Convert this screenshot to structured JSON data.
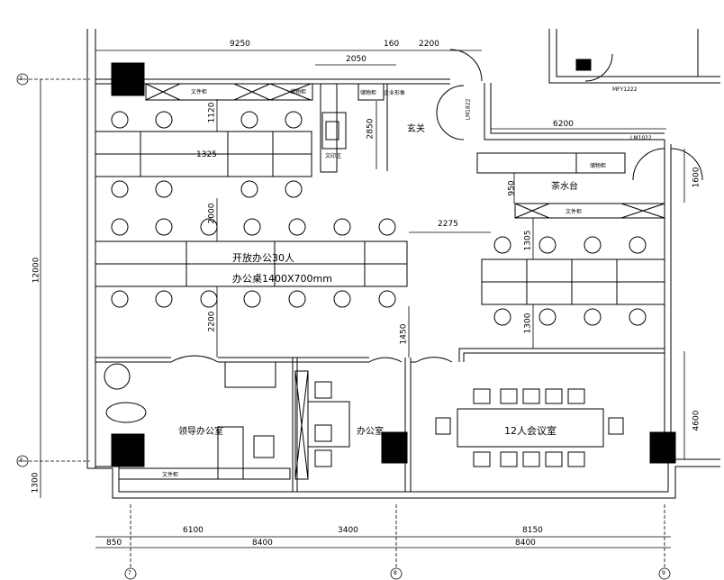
{
  "rooms": {
    "open_office": "开放办公30人",
    "desk_spec": "办公桌1400X700mm",
    "foyer": "玄关",
    "tea_counter": "茶水台",
    "manager_office": "领导办公室",
    "office": "办公室",
    "meeting_room": "12人会议室",
    "print_area": "文印区",
    "corporate_wall": "企业形象",
    "file_cabinet": "文件柜",
    "storage": "储物柜",
    "cabinet_small": "储物柜",
    "water_cabinet": "储物柜"
  },
  "doors": {
    "lm1822": "LM1822",
    "lm1022": "LM1022",
    "mfy1222": "MFY1222"
  },
  "dims": {
    "top_9250": "9250",
    "top_160": "160",
    "top_2200": "2200",
    "top_2050": "2050",
    "d_1120": "1120",
    "d_2850": "2850",
    "d_6200": "6200",
    "d_1600": "1600",
    "d_1325": "1325",
    "d_2000": "2000",
    "d_950": "950",
    "d_2275": "2275",
    "d_1305": "1305",
    "d_2200b": "2200",
    "d_1450": "1450",
    "d_1300r": "1300",
    "d_4600": "4600",
    "left_12000": "12000",
    "left_1300": "1300",
    "bot_6100": "6100",
    "bot_3400": "3400",
    "bot_8150": "8150",
    "bot_850": "850",
    "bot_8400a": "8400",
    "bot_8400b": "8400"
  },
  "axes": {
    "a5": "5",
    "a6": "6",
    "b7": "7",
    "b8": "8",
    "b9": "9"
  }
}
